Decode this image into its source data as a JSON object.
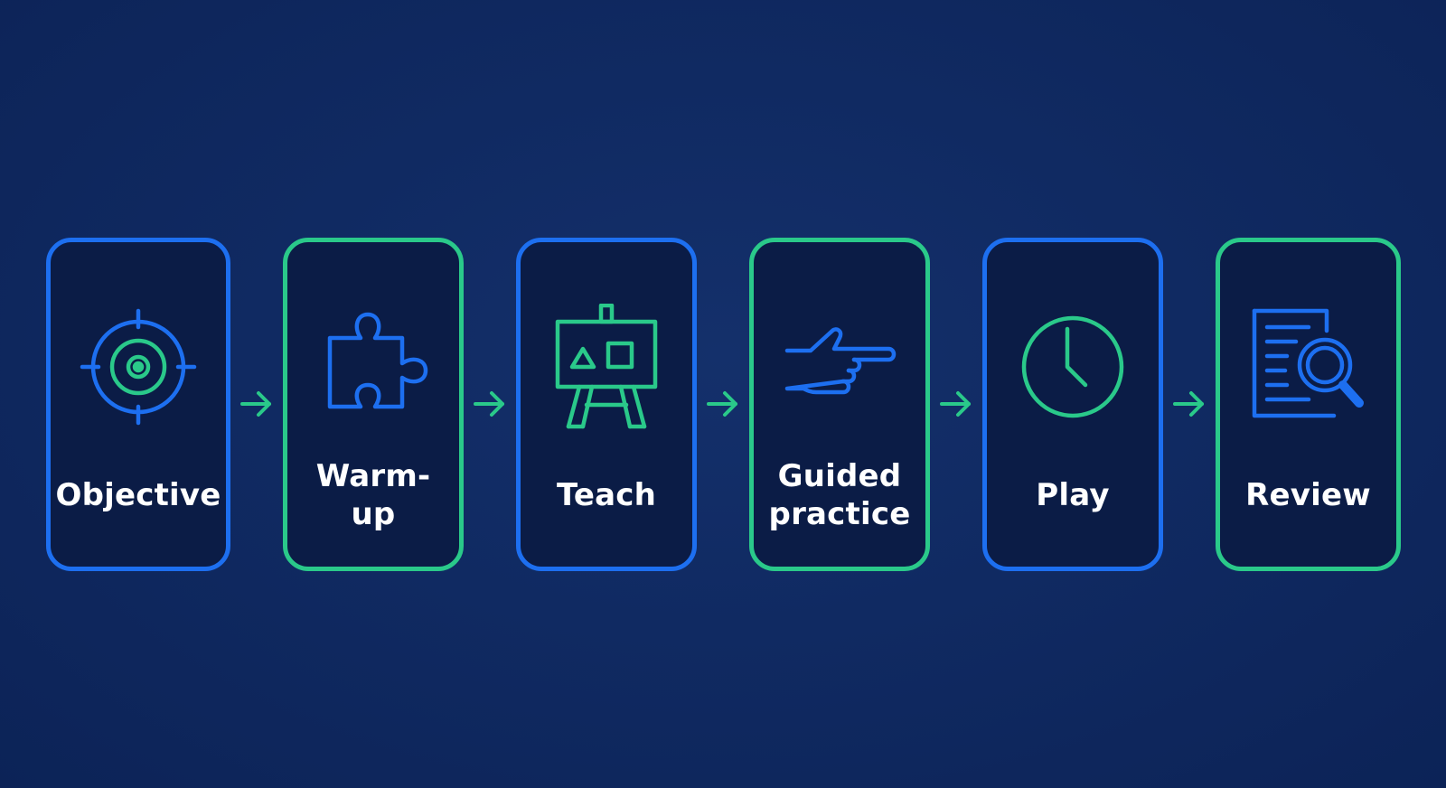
{
  "steps": [
    {
      "label": "Objective",
      "icon": "target-icon",
      "border_color": "#1d6ff0"
    },
    {
      "label": "Warm-up",
      "icon": "puzzle-piece-icon",
      "border_color": "#2ac98a"
    },
    {
      "label": "Teach",
      "icon": "easel-board-icon",
      "border_color": "#1d6ff0"
    },
    {
      "label": "Guided\npractice",
      "icon": "pointing-hand-icon",
      "border_color": "#2ac98a"
    },
    {
      "label": "Play",
      "icon": "clock-icon",
      "border_color": "#1d6ff0"
    },
    {
      "label": "Review",
      "icon": "document-magnifier-icon",
      "border_color": "#2ac98a"
    }
  ],
  "colors": {
    "background": "#102a62",
    "blue_accent": "#1d6ff0",
    "green_accent": "#2ac98a",
    "card_fill": "#0b1c46",
    "text": "#ffffff"
  }
}
